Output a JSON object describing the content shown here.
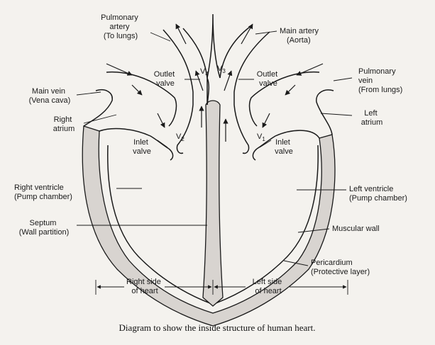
{
  "labels": {
    "pulmonary_artery": [
      "Pulmonary",
      "artery",
      "(To lungs)"
    ],
    "main_artery": [
      "Main artery",
      "(Aorta)"
    ],
    "outlet_valve_right": [
      "Outlet",
      "valve"
    ],
    "outlet_valve_left": [
      "Outlet",
      "valve"
    ],
    "pulmonary_vein": [
      "Pulmonary",
      "vein",
      "(From lungs)"
    ],
    "main_vein": [
      "Main vein",
      "(Vena cava)"
    ],
    "right_atrium": [
      "Right",
      "atrium"
    ],
    "left_atrium": [
      "Left",
      "atrium"
    ],
    "inlet_valve_right": [
      "Inlet",
      "valve"
    ],
    "inlet_valve_left": [
      "Inlet",
      "valve"
    ],
    "right_ventricle": [
      "Right ventricle",
      "(Pump chamber)"
    ],
    "left_ventricle": [
      "Left ventricle",
      "(Pump chamber)"
    ],
    "septum": [
      "Septum",
      "(Wall partition)"
    ],
    "muscular_wall": [
      "Muscular wall"
    ],
    "pericardium": [
      "Pericardium",
      "(Protective layer)"
    ],
    "right_side": [
      "Right side",
      "of heart"
    ],
    "left_side": [
      "Left side",
      "of heart"
    ]
  },
  "valves": {
    "v1": {
      "letter": "V",
      "sub": "1"
    },
    "v2": {
      "letter": "V",
      "sub": "2"
    },
    "v3": {
      "letter": "V",
      "sub": "3"
    },
    "v4": {
      "letter": "V",
      "sub": "4"
    }
  },
  "caption": "Diagram to show the inside structure of human heart.",
  "colors": {
    "ink": "#1a1a1a",
    "pericardium_fill": "#d8d4d0",
    "background": "#f4f2ee"
  }
}
